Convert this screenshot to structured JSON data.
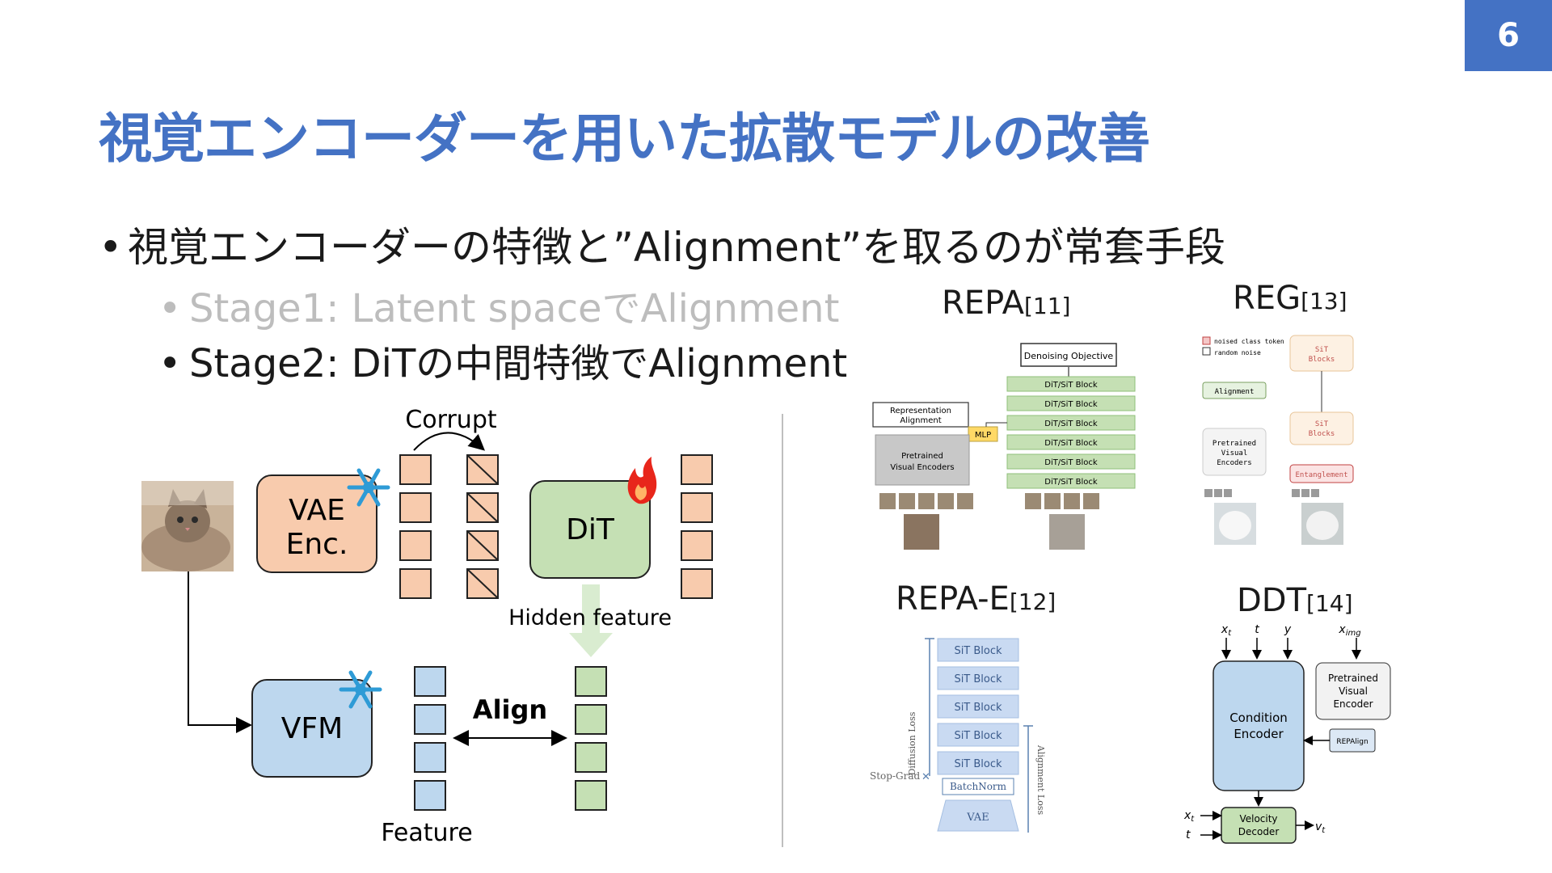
{
  "page_number": "6",
  "title": "視覚エンコーダーを用いた拡散モデルの改善",
  "bullets": {
    "main": "視覚エンコーダーの特徴と”Alignment”を取るのが常套手段",
    "stage1": "Stage1: Latent spaceでAlignment",
    "stage2": "Stage2: DiTの中間特徴でAlignment"
  },
  "left_diagram": {
    "vae_line1": "VAE",
    "vae_line2": "Enc.",
    "dit": "DiT",
    "vfm": "VFM",
    "corrupt": "Corrupt",
    "hidden_feature": "Hidden feature",
    "align": "Align",
    "feature": "Feature",
    "colors": {
      "vae": "#f8cbad",
      "dit": "#c5e0b4",
      "vfm": "#bdd7ee",
      "frozen": "#2e9bd6",
      "fire": "#e8261b"
    }
  },
  "papers": {
    "repa": {
      "name": "REPA",
      "ref": "[11]",
      "objective": "Denoising Objective",
      "block": "DiT/SiT Block",
      "rep_align_1": "Representation",
      "rep_align_2": "Alignment",
      "mlp": "MLP",
      "pretrained_1": "Pretrained",
      "pretrained_2": "Visual Encoders"
    },
    "reg": {
      "name": "REG",
      "ref": "[13]",
      "legend_1": "noised class token",
      "legend_2": "random noise",
      "sit_1": "SiT",
      "sit_2": "Blocks",
      "alignment": "Alignment",
      "pretrained_1": "Pretrained",
      "pretrained_2": "Visual",
      "pretrained_3": "Encoders",
      "entanglement": "Entanglement"
    },
    "repae": {
      "name": "REPA-E",
      "ref": "[12]",
      "block": "SiT Block",
      "batchnorm": "BatchNorm",
      "vae": "VAE",
      "diffusion_loss": "Diffusion Loss",
      "alignment_loss": "Alignment Loss",
      "stop_grad": "Stop-Grad"
    },
    "ddt": {
      "name": "DDT",
      "ref": "[14]",
      "cond_1": "Condition",
      "cond_2": "Encoder",
      "pretrained_1": "Pretrained",
      "pretrained_2": "Visual",
      "pretrained_3": "Encoder",
      "repalign": "REPAlign",
      "vel_1": "Velocity",
      "vel_2": "Decoder",
      "in_xt": "x",
      "in_xt_sub": "t",
      "in_t": "t",
      "in_y": "y",
      "in_ximg": "x",
      "in_ximg_sub": "img",
      "out_v": "v",
      "out_v_sub": "t"
    }
  }
}
